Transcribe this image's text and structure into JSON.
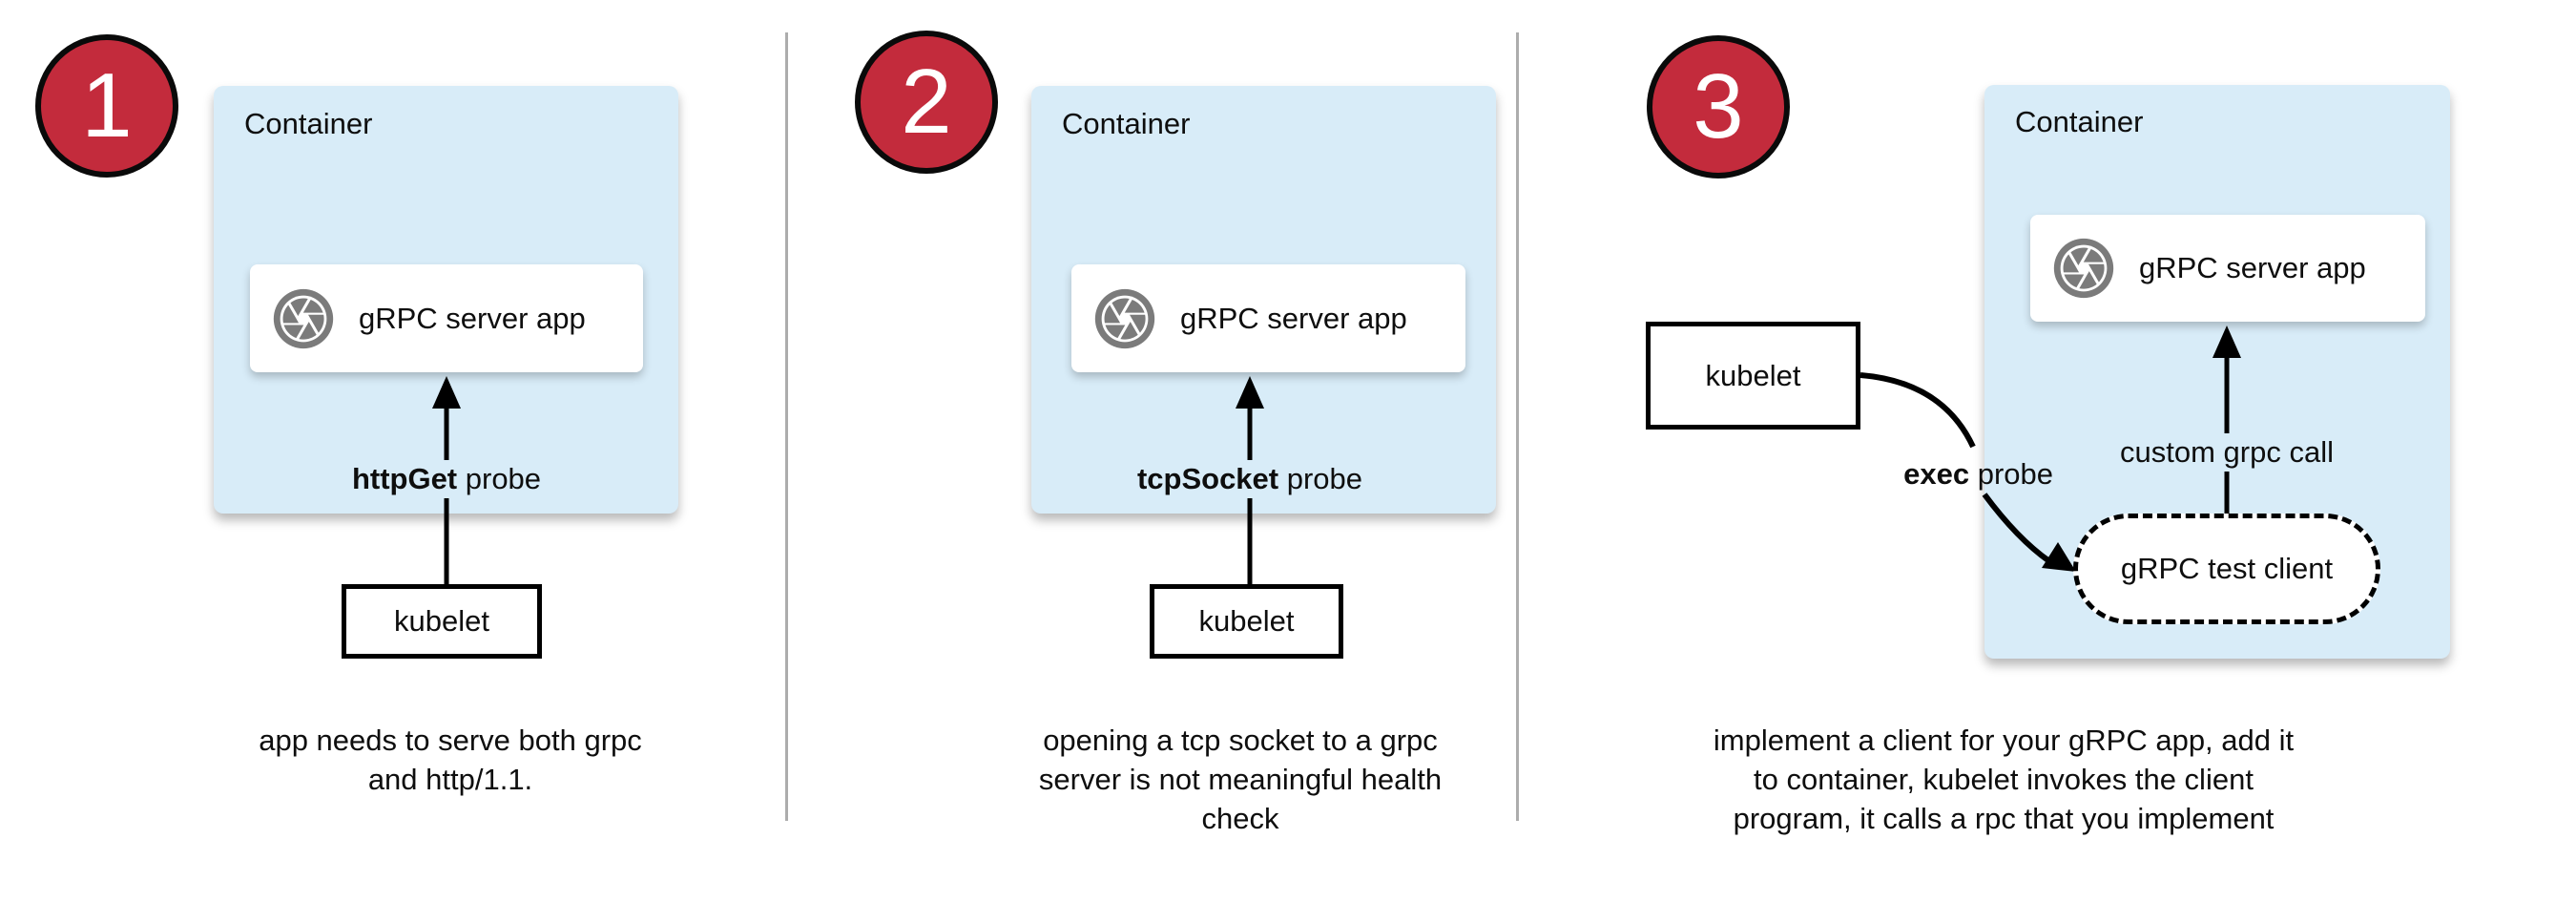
{
  "colors": {
    "container_fill": "#D8ECF8",
    "badge_fill": "#C32B3C",
    "badge_border": "#0A0A0A",
    "icon_gray": "#7B7B7B",
    "divider_gray": "#ADADAD",
    "text": "#0E0E0E"
  },
  "icons": {
    "app_icon": "camera-aperture-icon"
  },
  "panels": [
    {
      "number": "1",
      "container_label": "Container",
      "app_label": "gRPC server app",
      "probe_bold": "httpGet",
      "probe_rest": " probe",
      "kubelet_label": "kubelet",
      "caption_lines": [
        "app needs to serve both grpc",
        "and http/1.1."
      ]
    },
    {
      "number": "2",
      "container_label": "Container",
      "app_label": "gRPC server app",
      "probe_bold": "tcpSocket",
      "probe_rest": " probe",
      "kubelet_label": "kubelet",
      "caption_lines": [
        "opening a tcp socket to a grpc",
        "server is not meaningful health",
        "check"
      ]
    },
    {
      "number": "3",
      "container_label": "Container",
      "app_label": "gRPC server app",
      "probe_bold": "exec",
      "probe_rest": " probe",
      "kubelet_label": "kubelet",
      "client_label": "gRPC test client",
      "call_label": "custom grpc call",
      "caption_lines": [
        "implement a client for your gRPC app, add it",
        "to container, kubelet invokes the client",
        "program, it calls a rpc that you implement"
      ]
    }
  ]
}
